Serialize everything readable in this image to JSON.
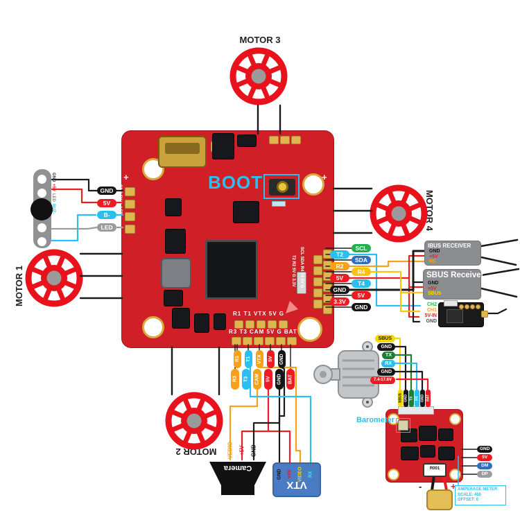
{
  "colors": {
    "board_red": "#d01f27",
    "gold": "#e0b44e",
    "wire_red": "#ed1c24",
    "wire_cyan": "#29bfef",
    "wire_yellow": "#f7a11a",
    "wire_green": "#1e7e34",
    "sbus_yellow": "#f5d800",
    "pill_black": "#151515",
    "pill_gray": "#9c9c9c",
    "pill_blue": "#2f6fbf",
    "accent_cyan": "#29bfef",
    "vtx_blue": "#4b7cc3",
    "receiver_gray": "#8b8e91",
    "motor_red": "#e8121c"
  },
  "motors": {
    "m1": "MOTOR 1",
    "m2": "MOTOR 2",
    "m3": "MOTOR 3",
    "m4": "MOTOR 4"
  },
  "boot_label": "BOOT",
  "buzzer_strip": {
    "labels": [
      {
        "label": "GND",
        "fg": "#3a3a3a"
      },
      {
        "label": "+5V",
        "fg": "#ed1c24"
      },
      {
        "label": "LED",
        "fg": "#8a8a8a"
      },
      {
        "label": "BUZ-",
        "fg": "#29bfef"
      }
    ]
  },
  "left_pills": [
    {
      "label": "GND",
      "bg": "#151515"
    },
    {
      "label": "5V",
      "bg": "#ed1c24"
    },
    {
      "label": "B-",
      "bg": "#29bfef"
    },
    {
      "label": "LED",
      "bg": "#9c9c9c"
    }
  ],
  "board_silk": {
    "left": "GND 5V B- LED",
    "bottom_row1": "R1 T1 VTX 5V G",
    "bottom_row2": "R3 T3 CAM 5V G BAT",
    "right_col1": "T2 R2 5V G 3.3V",
    "right_col2": "SCL SDA R4 T4 5V G",
    "plus": "+"
  },
  "uart_pads": {
    "col1": [
      {
        "label": "T2",
        "bg": "#29bfef"
      },
      {
        "label": "R2",
        "bg": "#f7a11a"
      },
      {
        "label": "5V",
        "bg": "#ed1c24"
      },
      {
        "label": "GND",
        "bg": "#151515"
      },
      {
        "label": "3.3V",
        "bg": "#ed1c24"
      }
    ],
    "col2": [
      {
        "label": "SCL",
        "bg": "#22b14c"
      },
      {
        "label": "SDA",
        "bg": "#2f6fbf"
      },
      {
        "label": "R4",
        "bg": "#ffc20e"
      },
      {
        "label": "T4",
        "bg": "#29bfef"
      },
      {
        "label": "5V",
        "bg": "#ed1c24"
      },
      {
        "label": "GND",
        "bg": "#151515"
      }
    ]
  },
  "ibus_receiver": {
    "title": "IBUS RECEIVER",
    "pins": [
      {
        "label": "GND",
        "fg": "#111111"
      },
      {
        "label": "+5V",
        "fg": "#ed1c24"
      },
      {
        "label": "RC",
        "fg": "#f7a11a"
      }
    ]
  },
  "sbus_receiver": {
    "title": "SBUS Receiver",
    "pins": [
      {
        "label": "GND",
        "fg": "#111111"
      },
      {
        "label": "+5V",
        "fg": "#ed1c24"
      },
      {
        "label": "SBUS",
        "fg": "#ffd400"
      }
    ]
  },
  "rx_module_pins": [
    {
      "label": "CH2",
      "fg": "#22b14c"
    },
    {
      "label": "CH1",
      "fg": "#f7a11a"
    },
    {
      "label": "5V-IN",
      "fg": "#ed1c24"
    },
    {
      "label": "GND",
      "fg": "#4a4a4a"
    }
  ],
  "bottom_pads": {
    "row1": [
      {
        "label": "R1",
        "bg": "#f7a11a"
      },
      {
        "label": "T1",
        "bg": "#29bfef"
      },
      {
        "label": "VTX",
        "bg": "#f7a11a"
      },
      {
        "label": "5V",
        "bg": "#ed1c24"
      },
      {
        "label": "GND",
        "bg": "#151515"
      }
    ],
    "row2": [
      {
        "label": "R3",
        "bg": "#f7a11a"
      },
      {
        "label": "T3",
        "bg": "#29bfef"
      },
      {
        "label": "CAM",
        "bg": "#f7a11a"
      },
      {
        "label": "5V",
        "bg": "#ed1c24"
      },
      {
        "label": "GND",
        "bg": "#151515"
      },
      {
        "label": "BAT",
        "bg": "#ed1c24"
      }
    ]
  },
  "camera": {
    "label": "Camera",
    "pins": [
      {
        "label": "VEDIO",
        "fg": "#f7a11a"
      },
      {
        "label": "+5V",
        "fg": "#ed1c24"
      },
      {
        "label": "GND",
        "fg": "#1a1a1a"
      }
    ]
  },
  "vtx": {
    "label": "VTX",
    "pins": [
      {
        "label": "GND",
        "fg": "#10131a"
      },
      {
        "label": "+5V",
        "fg": "#d61a21"
      },
      {
        "label": "VIDEO",
        "fg": "#ffd400"
      },
      {
        "label": "RX",
        "fg": "#35e2f5"
      }
    ]
  },
  "air_unit": {
    "pins": [
      {
        "label": "SBUS",
        "bg": "#f5d800",
        "fg": "#111111"
      },
      {
        "label": "GND",
        "bg": "#151515"
      },
      {
        "label": "TX",
        "bg": "#1e7e34"
      },
      {
        "label": "RX",
        "bg": "#29bfef"
      },
      {
        "label": "GND",
        "bg": "#151515"
      },
      {
        "label": "7.4-17.6V",
        "bg": "#ed1c24"
      }
    ],
    "plug": [
      {
        "label": "SBUS",
        "bg": "#f5d800",
        "fg": "#111111"
      },
      {
        "label": "GND",
        "bg": "#151515"
      },
      {
        "label": "TX",
        "bg": "#1e7e34"
      },
      {
        "label": "RX",
        "bg": "#29bfef"
      },
      {
        "label": "GND",
        "bg": "#151515"
      },
      {
        "label": "BAT",
        "bg": "#ed1c24"
      }
    ]
  },
  "esc": {
    "barometer_label": "Barometer",
    "shunt_label": "R001",
    "side_pins": [
      {
        "label": "GND",
        "bg": "#151515"
      },
      {
        "label": "5V",
        "bg": "#ed1c24"
      },
      {
        "label": "DM",
        "bg": "#2f6fbf"
      },
      {
        "label": "DP",
        "bg": "#9c9c9c"
      }
    ],
    "amp_meter": {
      "line1": "AMPERAGE METER",
      "line2": "SCALE: 450",
      "line3": "OFFSET: 0"
    },
    "battery_plus": "+",
    "battery_minus": "-"
  }
}
